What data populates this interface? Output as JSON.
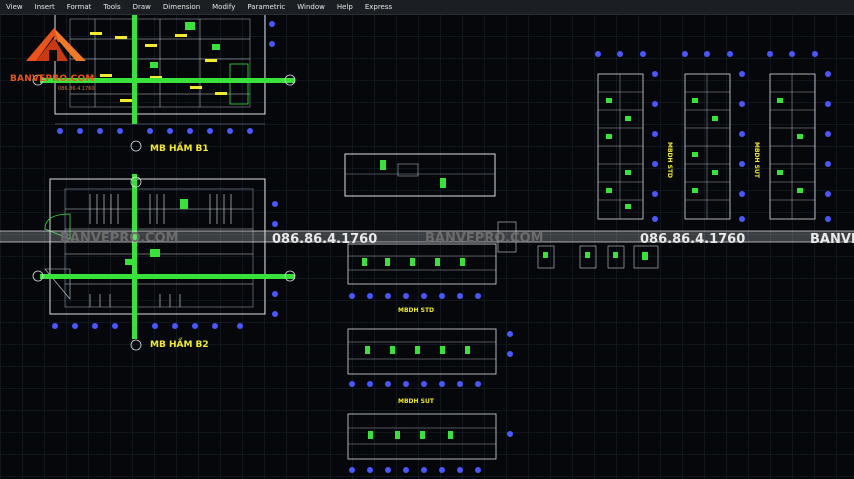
{
  "menu": [
    "View",
    "Insert",
    "Format",
    "Tools",
    "Draw",
    "Dimension",
    "Modify",
    "Parametric",
    "Window",
    "Help",
    "Express"
  ],
  "logo": {
    "brand": "BANVEPRO.COM",
    "sub": "086.86.4.1760"
  },
  "labels": {
    "basement1": "MB HẦM B1",
    "basement2": "MB HẦM B2",
    "floor_std": "MBDH STD",
    "floor_sut": "MBDH SUT",
    "floor_std_v": "MBDH STD",
    "floor_sut_v": "MBDH SUT"
  },
  "watermark": {
    "site1": "BANVEPRO.COM",
    "phone1": "086.86.4.1760",
    "site2": "BANVEPRO.COM",
    "phone2": "086.86.4.1760",
    "site3": "BANVE"
  },
  "colors": {
    "background": "#05070a",
    "grid": "#1c2633",
    "linework": "#d9dde3",
    "accent_green": "#38e23a",
    "text_yellow": "#f2ea2e",
    "axis_blue": "#4a57ff",
    "logo_orange": "#e8541c"
  }
}
